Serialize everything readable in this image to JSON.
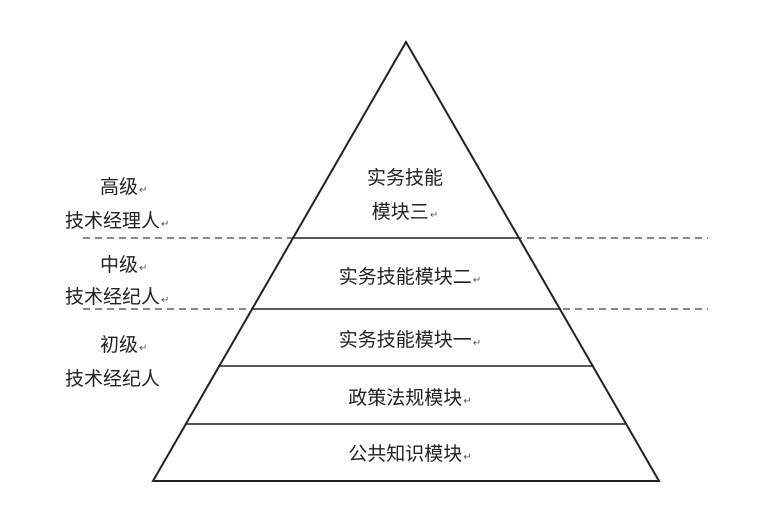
{
  "levels": [
    {
      "line1": "高级",
      "line2": "技术经理人"
    },
    {
      "line1": "中级",
      "line2": "技术经纪人"
    },
    {
      "line1": "初级",
      "line2": "技术经纪人"
    }
  ],
  "pyramid": {
    "tier_top": {
      "line1": "实务技能",
      "line2": "模块三"
    },
    "tier_2": "实务技能模块二",
    "tier_3": "实务技能模块一",
    "tier_4": "政策法规模块",
    "tier_5": "公共知识模块"
  },
  "paragraph_mark": "↵",
  "colors": {
    "stroke": "#222222",
    "text": "#222222"
  }
}
